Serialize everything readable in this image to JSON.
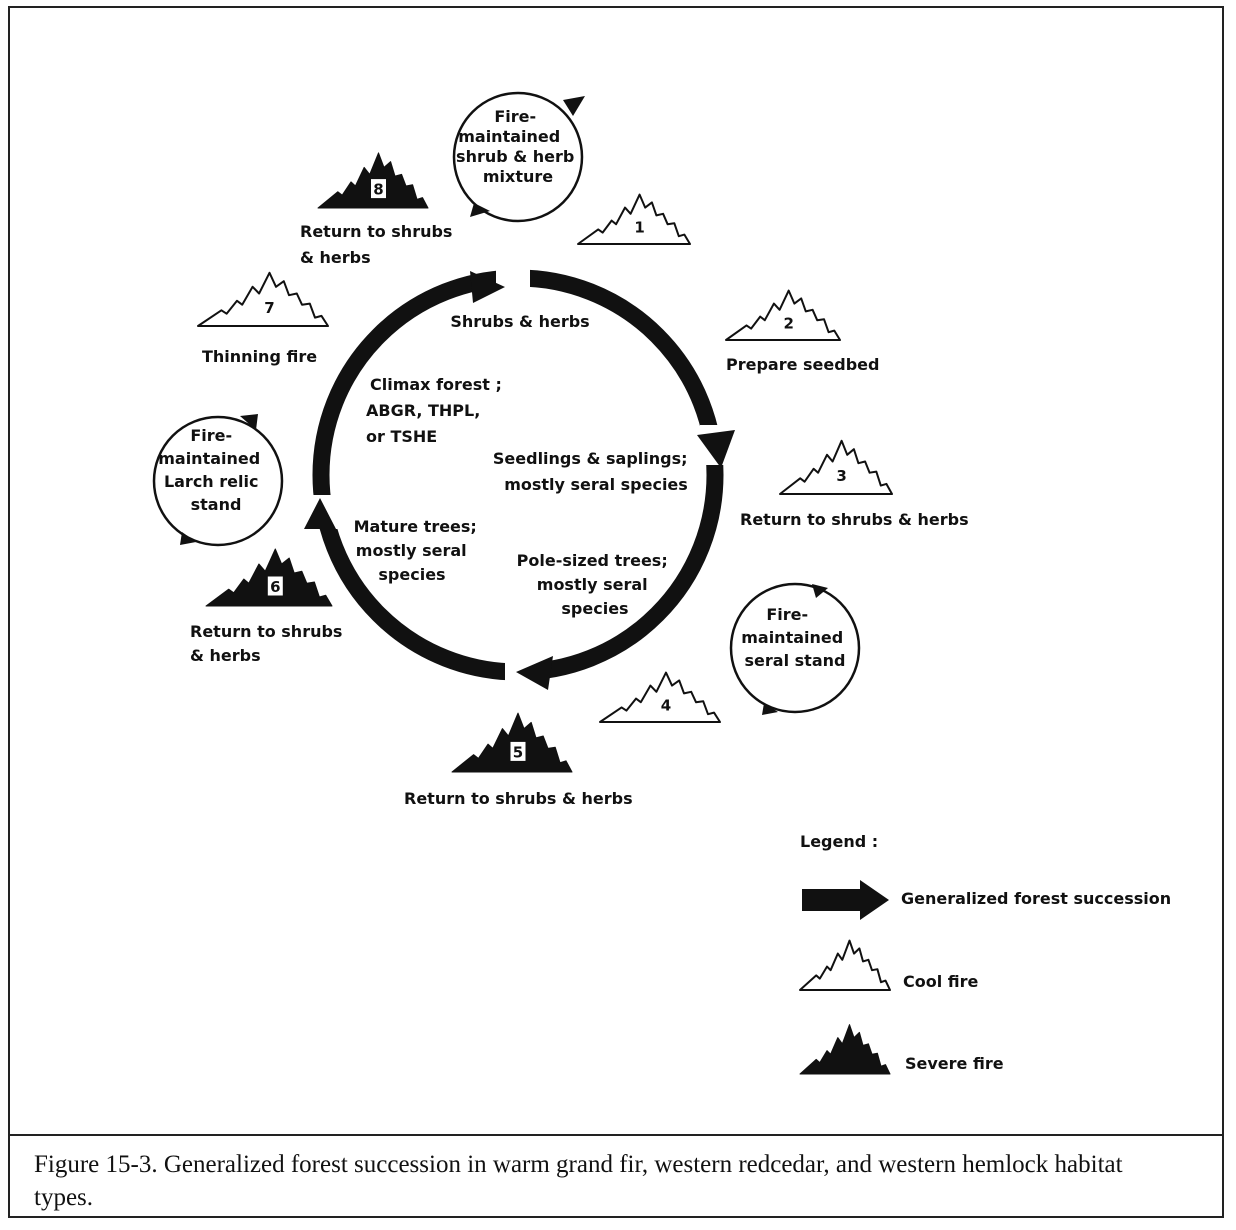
{
  "center_cycle": {
    "stage_shrubs": "Shrubs & herbs",
    "stage_seedlings": [
      "Seedlings & saplings;",
      "mostly seral species"
    ],
    "stage_pole": [
      "Pole-sized trees;",
      "mostly seral",
      "species"
    ],
    "stage_mature": [
      "Mature trees;",
      "mostly seral",
      "species"
    ],
    "stage_climax": [
      "Climax forest ;",
      "ABGR, THPL,",
      "or TSHE"
    ]
  },
  "fire_maintained": {
    "top": [
      "Fire-",
      "maintained",
      "shrub & herb",
      "mixture"
    ],
    "left": [
      "Fire-",
      "maintained",
      "Larch relic",
      "stand"
    ],
    "right": [
      "Fire-",
      "maintained",
      "seral stand"
    ]
  },
  "fires": [
    {
      "number": "1",
      "type": "cool",
      "label": []
    },
    {
      "number": "2",
      "type": "cool",
      "label": [
        "Prepare seedbed"
      ]
    },
    {
      "number": "3",
      "type": "cool",
      "label": [
        "Return to shrubs & herbs"
      ]
    },
    {
      "number": "4",
      "type": "cool",
      "label": []
    },
    {
      "number": "5",
      "type": "severe",
      "label": [
        "Return to shrubs & herbs"
      ]
    },
    {
      "number": "6",
      "type": "severe",
      "label": [
        "Return to shrubs",
        "& herbs"
      ]
    },
    {
      "number": "7",
      "type": "cool",
      "label": [
        "Thinning fire"
      ]
    },
    {
      "number": "8",
      "type": "severe",
      "label": [
        "Return to shrubs",
        "& herbs"
      ]
    }
  ],
  "legend": {
    "title": "Legend :",
    "succession": "Generalized forest succession",
    "cool": "Cool fire",
    "severe": "Severe fire"
  },
  "caption": "Figure 15-3. Generalized forest succession in warm grand fir, western redcedar, and western hemlock habitat types.",
  "colors": {
    "ink": "#111111",
    "paper": "#ffffff"
  }
}
